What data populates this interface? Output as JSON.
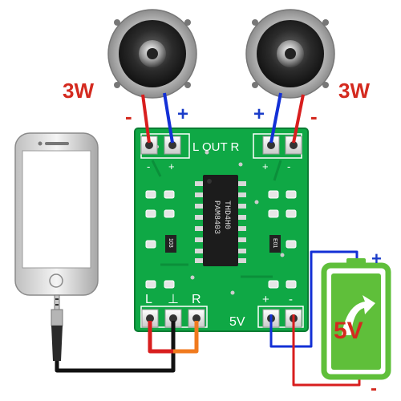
{
  "labels": {
    "left_power": "3W",
    "right_power": "3W",
    "left_minus": "-",
    "left_plus": "+",
    "right_plus": "+",
    "right_minus": "-",
    "battery_voltage": "5V",
    "battery_plus": "+",
    "battery_minus": "-"
  },
  "silkscreen": {
    "out": "L OUT R",
    "out_minus_left": "-",
    "out_plus_left": "+",
    "out_plus_right": "+",
    "out_minus_right": "-",
    "in_l": "L",
    "in_gnd": "⊥",
    "in_r": "R",
    "power": "5V",
    "power_plus": "+",
    "power_minus": "-",
    "chip_line1": "PAM8403",
    "chip_line2": "THD4H0",
    "res_left": "103",
    "res_right": "E01"
  },
  "colors": {
    "pcb": "#0fa845",
    "positive_wire": "#1330d6",
    "negative_wire": "#d81e1e",
    "label_red": "#d42a1f",
    "label_blue": "#1a3cc9",
    "battery_green": "#5fbf3a",
    "audio_wire": "#111111",
    "right_audio_wire": "#f07a1e"
  },
  "icons": [
    "speaker-icon",
    "speaker-icon",
    "smartphone-icon",
    "audio-jack-icon",
    "battery-icon",
    "charging-arrow-icon"
  ]
}
